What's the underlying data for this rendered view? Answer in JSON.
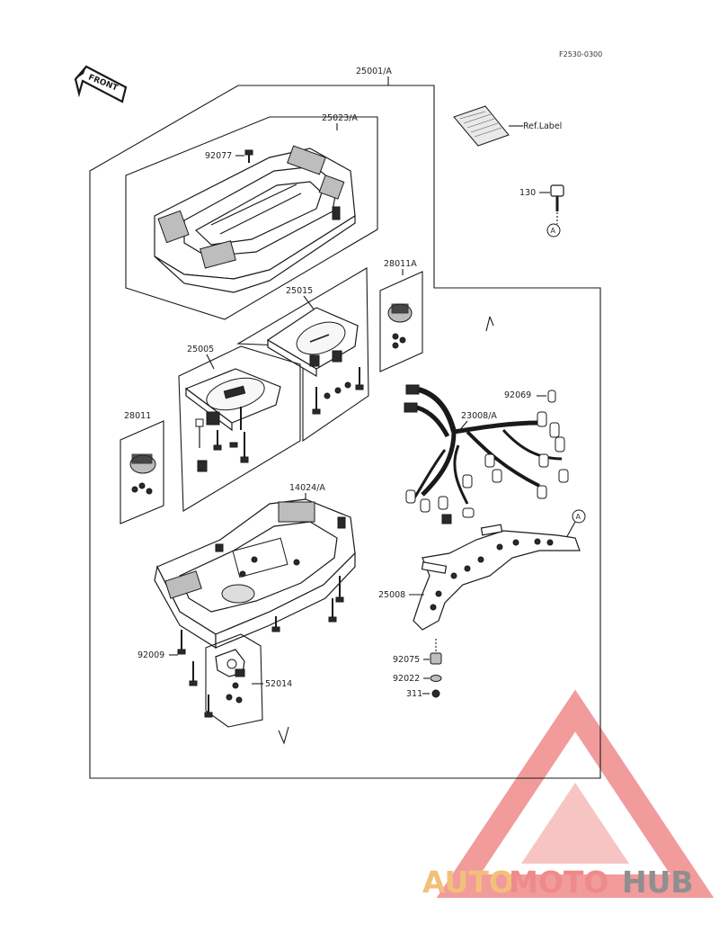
{
  "figure_code": "F2530-0300",
  "front_marker": "FRONT",
  "ref_label": "Ref.Label",
  "parts": {
    "assembly": "25001/A",
    "cover": "25023/A",
    "screw_top": "92077",
    "bolt_130": "130",
    "circle_a": "A",
    "speedometer": "25005",
    "tachometer": "25015",
    "socket_right": "28011A",
    "socket_left": "28011",
    "harness": "23008/A",
    "bulb": "92069",
    "case_lower": "14024/A",
    "bracket": "25008",
    "screw_lower": "92009",
    "bracket_small": "52014",
    "nut": "92075",
    "washer": "92022",
    "item_311": "311"
  },
  "watermark": {
    "part1": "AUTO",
    "part2": "MOTO",
    "part3": "HUB",
    "colors": {
      "auto": "#f2c07a",
      "moto": "#ef8a8a",
      "hub": "#8f8f8f",
      "triangle": "#ef8a8a"
    }
  }
}
